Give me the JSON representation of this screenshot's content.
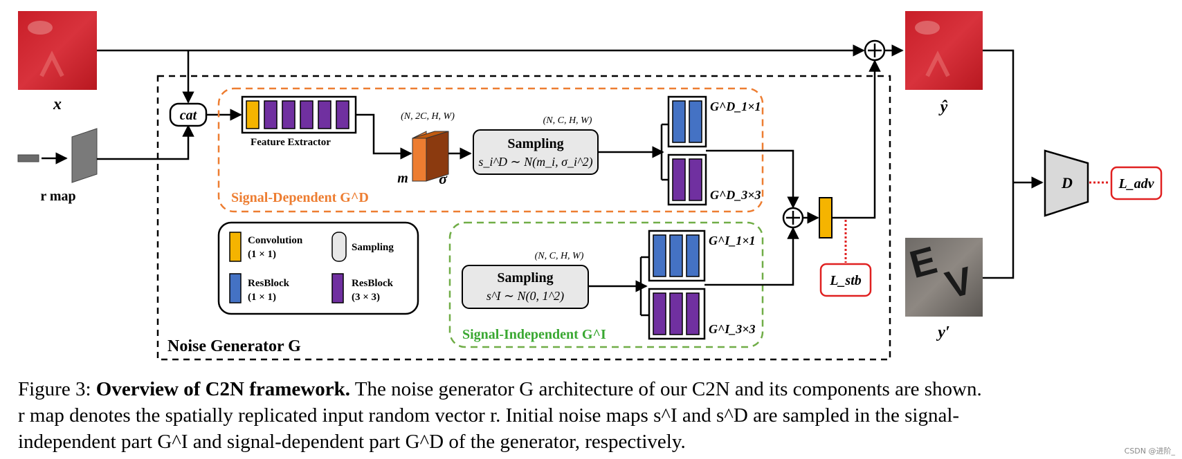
{
  "diagram": {
    "labels": {
      "x": "x",
      "y_hat": "ŷ",
      "y_prime": "y′",
      "r_map": "r map",
      "cat": "cat",
      "feature_extractor": "Feature Extractor",
      "shape_2c": "(N, 2C, H, W)",
      "shape_c_top": "(N, C, H, W)",
      "shape_c_bottom": "(N, C, H, W)",
      "m": "m",
      "sigma": "σ",
      "sampling_d_title": "Sampling",
      "sampling_d_formula": "s_i^D ∼ N(m_i, σ_i^2)",
      "sampling_i_title": "Sampling",
      "sampling_i_formula": "s^I ∼ N(0, 1^2)",
      "signal_dependent": "Signal-Dependent G^D",
      "signal_independent": "Signal-Independent G^I",
      "noise_generator": "Noise Generator G",
      "gd_1x1": "G^D_1×1",
      "gd_3x3": "G^D_3×3",
      "gi_1x1": "G^I_1×1",
      "gi_3x3": "G^I_3×3",
      "discriminator": "D",
      "loss_adv": "L_adv",
      "loss_stb": "L_stb"
    },
    "legend": {
      "conv_label": "Convolution",
      "conv_sub": "(1 × 1)",
      "sampling_label": "Sampling",
      "resblock1_label": "ResBlock",
      "resblock1_sub": "(1 × 1)",
      "resblock3_label": "ResBlock",
      "resblock3_sub": "(3 × 3)"
    },
    "colors": {
      "conv": "#f5b400",
      "resblock_1x1": "#4472c4",
      "resblock_3x3": "#7030a0",
      "orange_border": "#ed7d31",
      "green_border": "#70ad47",
      "loss_border": "#e02020",
      "sampling_fill": "#e8e8e8",
      "orange_green_text_orange": "#ed7d31",
      "text_green": "#3aa832"
    }
  },
  "caption": {
    "prefix": "Figure 3:",
    "bold": "Overview of C2N framework.",
    "line1_rest": "The noise generator G architecture of our C2N and its components are shown.",
    "line2": "r map denotes the spatially replicated input random vector r.  Initial noise maps s^I and s^D are sampled in the signal-",
    "line3": "independent part G^I and signal-dependent part G^D of the generator, respectively."
  },
  "watermark": "CSDN @进阶_"
}
